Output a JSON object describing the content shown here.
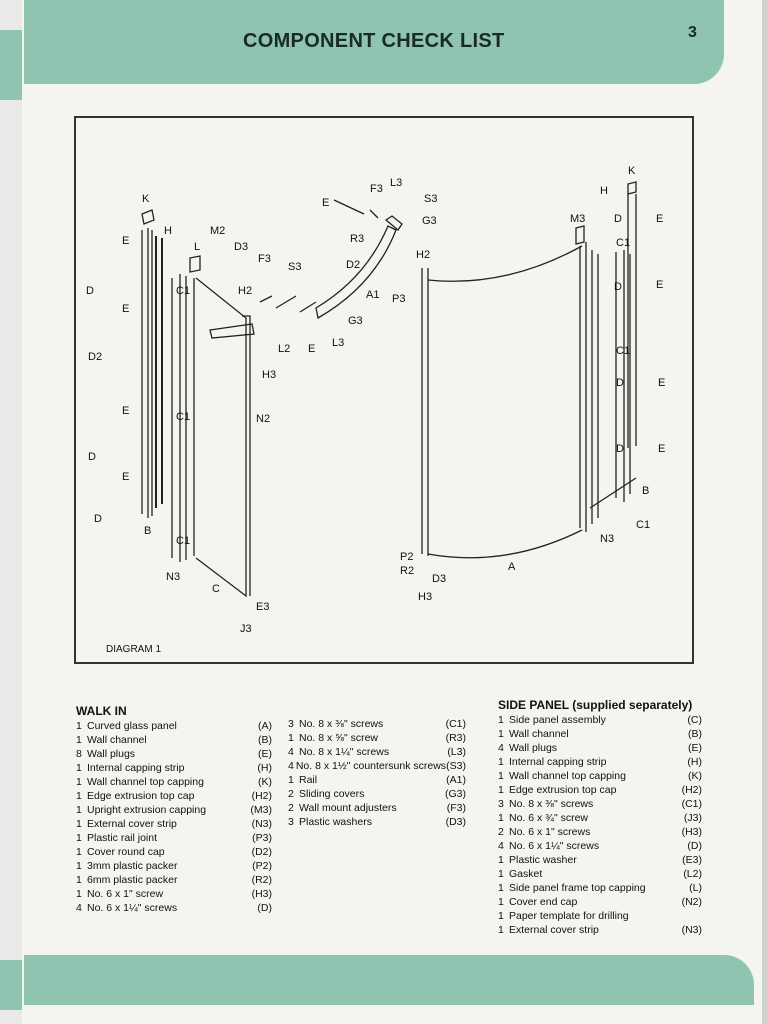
{
  "header": {
    "title": "COMPONENT CHECK LIST",
    "page_number": "3"
  },
  "diagram": {
    "caption": "DIAGRAM 1",
    "labels": {
      "K1": "K",
      "H1": "H",
      "E1": "E",
      "E2": "E",
      "E3": "E",
      "E4": "E",
      "D1": "D",
      "D2": "D2",
      "D3": "D",
      "D4": "D",
      "B1": "B",
      "N3a": "N3",
      "C": "C",
      "E3a": "E3",
      "J3": "J3",
      "L": "L",
      "C1a": "C1",
      "C1b": "C1",
      "C1c": "C1",
      "M2": "M2",
      "D3a": "D3",
      "F3a": "F3",
      "H2a": "H2",
      "S3a": "S3",
      "L2": "L2",
      "Eb": "E",
      "L3a": "L3",
      "H3a": "H3",
      "N2": "N2",
      "Ec": "E",
      "F3b": "F3",
      "L3b": "L3",
      "S3b": "S3",
      "G3a": "G3",
      "R3": "R3",
      "A1": "A1",
      "P3": "P3",
      "G3b": "G3",
      "H2b": "H2",
      "P2": "P2",
      "R2": "R2",
      "D3b": "D3",
      "H3b": "H3",
      "A": "A",
      "K2": "K",
      "H4": "H",
      "M3": "M3",
      "D5": "D",
      "E5": "E",
      "C1d": "C1",
      "D6": "D",
      "E6": "E",
      "C1e": "C1",
      "D7": "D",
      "E7": "E",
      "D8": "D",
      "E8": "E",
      "B2": "B",
      "C1f": "C1",
      "N3b": "N3"
    }
  },
  "walk_in": {
    "heading": "WALK IN",
    "col1": [
      {
        "qty": "1",
        "name": "Curved glass panel",
        "code": "(A)"
      },
      {
        "qty": "1",
        "name": "Wall channel",
        "code": "(B)"
      },
      {
        "qty": "8",
        "name": "Wall plugs",
        "code": "(E)"
      },
      {
        "qty": "1",
        "name": "Internal capping strip",
        "code": "(H)"
      },
      {
        "qty": "1",
        "name": "Wall channel top capping",
        "code": "(K)"
      },
      {
        "qty": "1",
        "name": "Edge extrusion top cap",
        "code": "(H2)"
      },
      {
        "qty": "1",
        "name": "Upright extrusion capping",
        "code": "(M3)"
      },
      {
        "qty": "1",
        "name": "External cover strip",
        "code": "(N3)"
      },
      {
        "qty": "1",
        "name": "Plastic rail joint",
        "code": "(P3)"
      },
      {
        "qty": "1",
        "name": "Cover round cap",
        "code": "(D2)"
      },
      {
        "qty": "1",
        "name": "3mm plastic packer",
        "code": "(P2)"
      },
      {
        "qty": "1",
        "name": "6mm plastic packer",
        "code": "(R2)"
      },
      {
        "qty": "1",
        "name": "No. 6 x 1\" screw",
        "code": "(H3)"
      },
      {
        "qty": "4",
        "name": "No. 6 x 1¼\" screws",
        "code": "(D)"
      }
    ],
    "col2": [
      {
        "qty": "3",
        "name": "No. 8 x ⅜\" screws",
        "code": "(C1)"
      },
      {
        "qty": "1",
        "name": "No. 8 x ⅝\" screw",
        "code": "(R3)"
      },
      {
        "qty": "4",
        "name": "No. 8 x 1¼\" screws",
        "code": "(L3)"
      },
      {
        "qty": "4",
        "name": "No. 8 x 1½\" countersunk screws",
        "code": "(S3)"
      },
      {
        "qty": "1",
        "name": "Rail",
        "code": "(A1)"
      },
      {
        "qty": "2",
        "name": "Sliding covers",
        "code": "(G3)"
      },
      {
        "qty": "2",
        "name": "Wall mount adjusters",
        "code": "(F3)"
      },
      {
        "qty": "3",
        "name": "Plastic washers",
        "code": "(D3)"
      }
    ]
  },
  "side_panel": {
    "heading": "SIDE PANEL (supplied separately)",
    "items": [
      {
        "qty": "1",
        "name": "Side panel assembly",
        "code": "(C)"
      },
      {
        "qty": "1",
        "name": "Wall channel",
        "code": "(B)"
      },
      {
        "qty": "4",
        "name": "Wall plugs",
        "code": "(E)"
      },
      {
        "qty": "1",
        "name": "Internal capping strip",
        "code": "(H)"
      },
      {
        "qty": "1",
        "name": "Wall channel top capping",
        "code": "(K)"
      },
      {
        "qty": "1",
        "name": "Edge extrusion top cap",
        "code": "(H2)"
      },
      {
        "qty": "3",
        "name": "No. 8 x ⅜\" screws",
        "code": "(C1)"
      },
      {
        "qty": "1",
        "name": "No. 6 x ¾\" screw",
        "code": "(J3)"
      },
      {
        "qty": "2",
        "name": "No. 6 x 1\" screws",
        "code": "(H3)"
      },
      {
        "qty": "4",
        "name": "No. 6 x 1¼\" screws",
        "code": "(D)"
      },
      {
        "qty": "1",
        "name": "Plastic washer",
        "code": "(E3)"
      },
      {
        "qty": "1",
        "name": "Gasket",
        "code": "(L2)"
      },
      {
        "qty": "1",
        "name": "Side panel frame top capping",
        "code": "(L)"
      },
      {
        "qty": "1",
        "name": "Cover end cap",
        "code": "(N2)"
      },
      {
        "qty": "1",
        "name": "Paper template for drilling",
        "code": ""
      },
      {
        "qty": "1",
        "name": "External cover strip",
        "code": "(N3)"
      }
    ]
  }
}
